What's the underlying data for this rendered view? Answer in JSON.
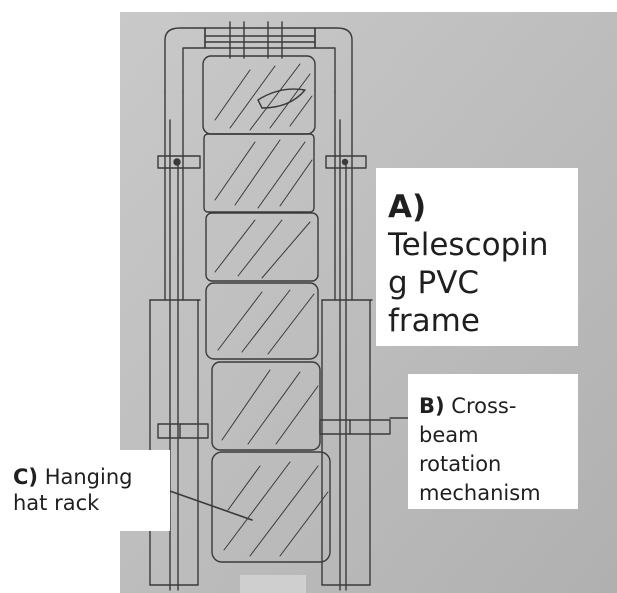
{
  "diagram": {
    "label_a": {
      "letter": "A)",
      "text": "Telescopin\ng PVC\nframe"
    },
    "label_b": {
      "letter": "B)",
      "text": "Cross-\nbeam\nrotation\nmechanism"
    },
    "label_c": {
      "letter": "C)",
      "text": "Hanging\nhat rack"
    }
  },
  "colors": {
    "paper": "#bdbdbd",
    "pencil": "#3a3a3a",
    "label_background": "#ffffff",
    "label_text": "#1f1f1f"
  }
}
